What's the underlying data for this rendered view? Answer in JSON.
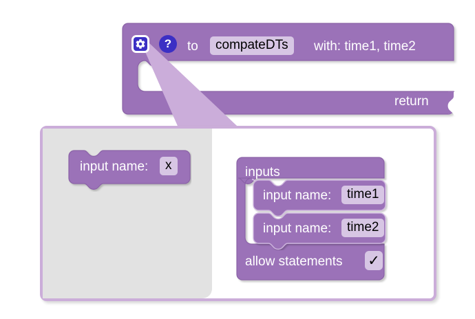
{
  "procedure_block": {
    "gear_icon": "gear-icon",
    "help_icon": "?",
    "to_label": "to",
    "name_value": "compateDTs",
    "with_label": "with: time1, time2",
    "return_label": "return",
    "colors": {
      "block_fill": "#9b72b8",
      "block_stroke": "#8a62a6",
      "field_fill": "#d7c6e4",
      "icon_fill": "#3b2fc4",
      "connector_fill": "#cbadd9"
    }
  },
  "mutator_dialog": {
    "flyout": {
      "background": "#e2e2e2",
      "blocks": [
        {
          "label": "input name:",
          "value": "x"
        }
      ]
    },
    "workspace": {
      "container_block": {
        "title": "inputs",
        "allow_statements_label": "allow statements",
        "allow_statements_checked": "✓",
        "children": [
          {
            "label": "input name:",
            "value": "time1"
          },
          {
            "label": "input name:",
            "value": "time2"
          }
        ]
      }
    },
    "border_color": "#cbadd9",
    "background": "#ffffff"
  }
}
